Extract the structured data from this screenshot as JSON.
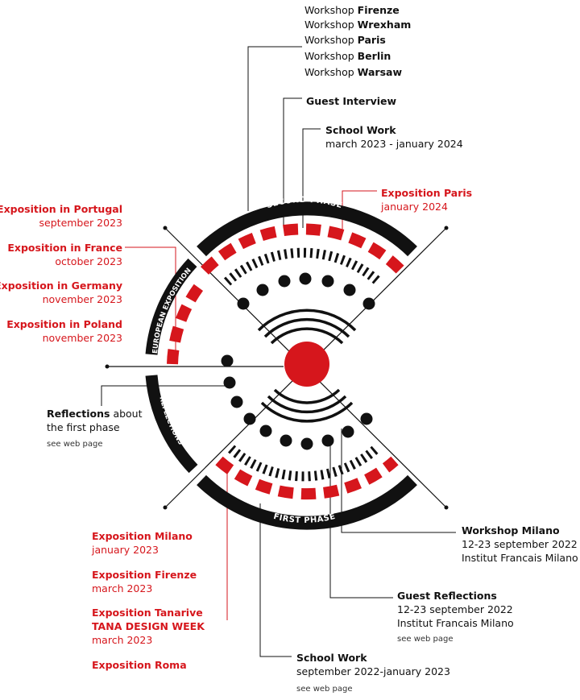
{
  "colors": {
    "red": "#d6161c",
    "black": "#111111"
  },
  "workshops_top": {
    "prefix": "Workshop",
    "cities": [
      "Firenze",
      "Wrexham",
      "Paris",
      "Berlin",
      "Warsaw"
    ]
  },
  "guest_interview": {
    "title": "Guest Interview"
  },
  "school_work_top": {
    "title": "School Work",
    "date": "march 2023 - january 2024"
  },
  "expo_paris": {
    "title": "Exposition Paris",
    "date": "january 2024"
  },
  "european_expos": [
    {
      "title": "Exposition in Portugal",
      "date": "september 2023"
    },
    {
      "title": "Exposition in France",
      "date": "october 2023"
    },
    {
      "title": "Exposition in Germany",
      "date": "november 2023"
    },
    {
      "title": "Exposition in Poland",
      "date": "november 2023"
    }
  ],
  "reflections": {
    "title": "Reflections",
    "suffix": "about",
    "line2": "the first phase",
    "link": "see web page"
  },
  "diagram": {
    "second_phase": "SECOND PHASE",
    "first_phase": "FIRST PHASE",
    "european_exposition": "EUROPEAN EXPOSITION",
    "reflections_band": "REFLECTIONS"
  },
  "workshop_milano": {
    "title": "Workshop Milano",
    "date": "12-23 september 2022",
    "place": "Institut Francais Milano"
  },
  "guest_reflections": {
    "title": "Guest Reflections",
    "date": "12-23 september 2022",
    "place": "Institut Francais Milano",
    "link": "see web page"
  },
  "school_work_bottom": {
    "title": "School Work",
    "date": "september 2022-january 2023",
    "link": "see web page"
  },
  "expos_bottom": [
    {
      "title": "Exposition Milano",
      "date": "january 2023"
    },
    {
      "title": "Exposition Firenze",
      "date": "march 2023"
    },
    {
      "title": "Exposition Tanarive",
      "title2": "TANA DESIGN WEEK",
      "date": "march 2023"
    },
    {
      "title": "Exposition Roma"
    }
  ]
}
